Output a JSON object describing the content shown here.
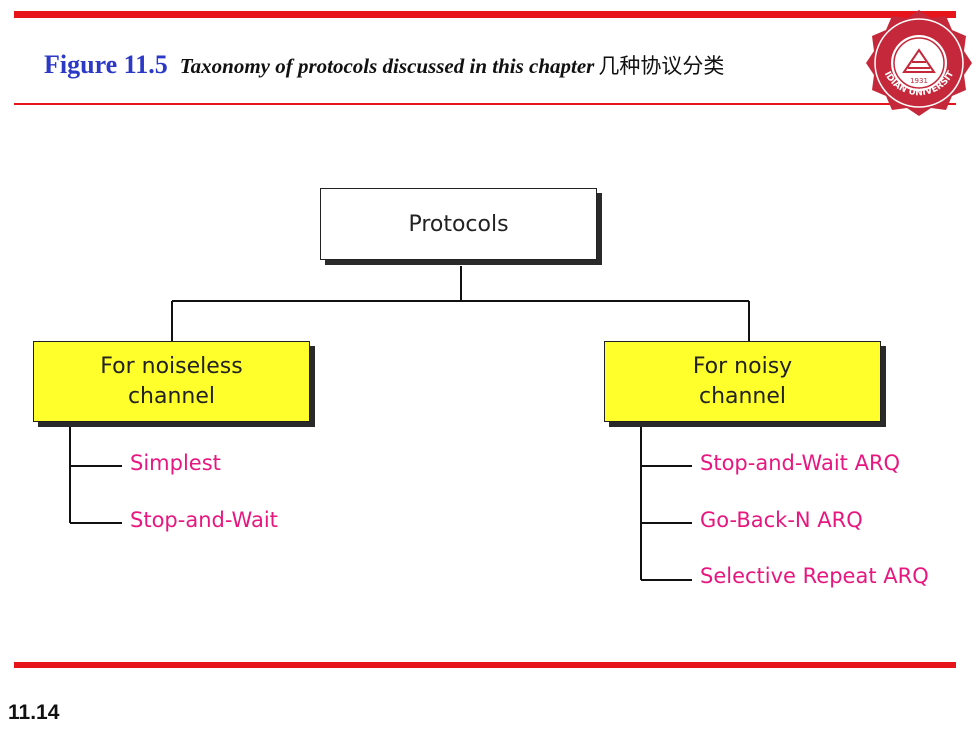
{
  "header": {
    "figure_label": "Figure 11.5",
    "caption": "Taxonomy of protocols discussed in this chapter",
    "caption_cjk": "几种协议分类"
  },
  "seal": {
    "ring_text": "XIDIAN UNIVERSITY",
    "year": "1931",
    "color": "#c4283a"
  },
  "diagram": {
    "root": "Protocols",
    "branches": [
      {
        "label_line1": "For noiseless",
        "label_line2": "channel",
        "leaves": [
          "Simplest",
          "Stop-and-Wait"
        ]
      },
      {
        "label_line1": "For noisy",
        "label_line2": "channel",
        "leaves": [
          "Stop-and-Wait ARQ",
          "Go-Back-N ARQ",
          "Selective Repeat ARQ"
        ]
      }
    ]
  },
  "footer": {
    "page_number": "11.14"
  },
  "colors": {
    "accent_red": "#e8141b",
    "title_blue": "#2b39c6",
    "box_yellow": "#ffff2b",
    "leaf_magenta": "#e8177f"
  }
}
